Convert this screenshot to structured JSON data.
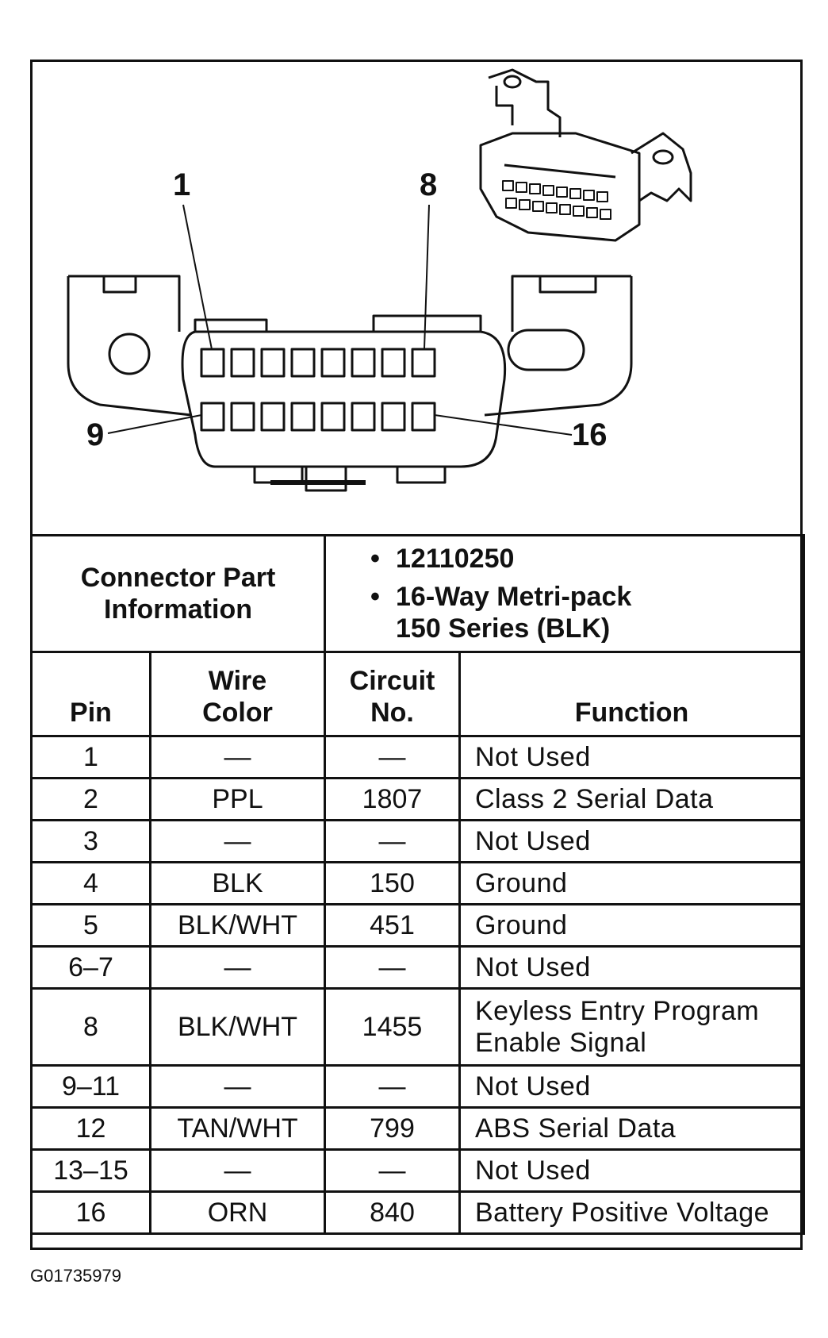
{
  "diagram": {
    "pin_labels": {
      "pin1": "1",
      "pin8": "8",
      "pin9": "9",
      "pin16": "16"
    }
  },
  "connector_info": {
    "label_line1": "Connector Part",
    "label_line2": "Information",
    "part_number": "12110250",
    "description_line1": "16-Way Metri-pack",
    "description_line2": "150 Series (BLK)",
    "bullet": "•"
  },
  "columns": {
    "pin": "Pin",
    "wire_color_line1": "Wire",
    "wire_color_line2": "Color",
    "circuit_line1": "Circuit",
    "circuit_line2": "No.",
    "function": "Function"
  },
  "rows": [
    {
      "pin": "1",
      "color": "—",
      "circuit": "—",
      "function": "Not Used"
    },
    {
      "pin": "2",
      "color": "PPL",
      "circuit": "1807",
      "function": "Class 2 Serial Data"
    },
    {
      "pin": "3",
      "color": "—",
      "circuit": "—",
      "function": "Not Used"
    },
    {
      "pin": "4",
      "color": "BLK",
      "circuit": "150",
      "function": "Ground"
    },
    {
      "pin": "5",
      "color": "BLK/WHT",
      "circuit": "451",
      "function": "Ground"
    },
    {
      "pin": "6–7",
      "color": "—",
      "circuit": "—",
      "function": "Not Used"
    },
    {
      "pin": "8",
      "color": "BLK/WHT",
      "circuit": "1455",
      "function_line1": "Keyless Entry Program",
      "function_line2": "Enable Signal"
    },
    {
      "pin": "9–11",
      "color": "—",
      "circuit": "—",
      "function": "Not Used"
    },
    {
      "pin": "12",
      "color": "TAN/WHT",
      "circuit": "799",
      "function": "ABS Serial Data"
    },
    {
      "pin": "13–15",
      "color": "—",
      "circuit": "—",
      "function": "Not Used"
    },
    {
      "pin": "16",
      "color": "ORN",
      "circuit": "840",
      "function": "Battery Positive Voltage"
    }
  ],
  "figure_id": "G01735979"
}
